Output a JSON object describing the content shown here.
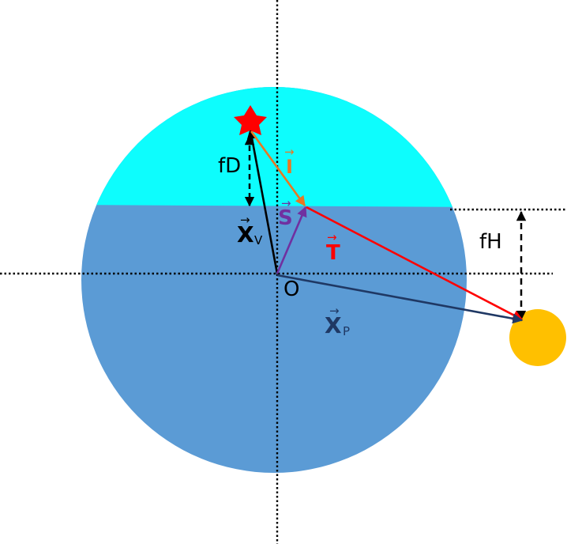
{
  "labels": {
    "vec_I": "I",
    "vec_S": "S",
    "vec_T": "T",
    "vec_XV": "X",
    "vec_XV_sub": "V",
    "vec_XP": "X",
    "vec_XP_sub": "P",
    "origin": "O",
    "fD": "fD",
    "fH": "fH",
    "arrow_glyph": "→"
  },
  "colors": {
    "cyan_cap": "#0dfdfd",
    "sphere_body": "#5b9bd5",
    "sun": "#ffc000",
    "star": "#ff0000",
    "vec_I": "#e87722",
    "vec_S": "#7030a0",
    "vec_T": "#ff0000",
    "vec_XV": "#000000",
    "vec_XP": "#1f3864",
    "guide": "#000000"
  },
  "icons": {
    "star": "star-icon",
    "sun": "sun-icon"
  }
}
